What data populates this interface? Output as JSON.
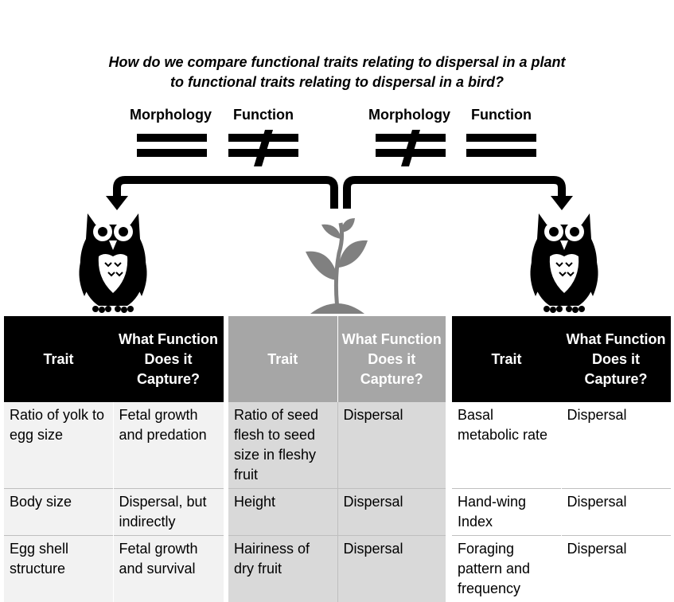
{
  "question": {
    "line1": "How do we compare functional traits relating to dispersal in a plant",
    "line2": "to functional traits relating to dispersal in a bird?"
  },
  "comparison": {
    "left": {
      "morphology_label": "Morphology",
      "morphology_symbol": "equal",
      "function_label": "Function",
      "function_symbol": "not-equal"
    },
    "right": {
      "morphology_label": "Morphology",
      "morphology_symbol": "not-equal",
      "function_label": "Function",
      "function_symbol": "equal"
    }
  },
  "icons": {
    "left": "owl-icon",
    "center": "plant-icon",
    "right": "owl-icon"
  },
  "colors": {
    "black_header": "#000000",
    "gray_header": "#a6a6a6",
    "gray_cell": "#d9d9d9",
    "light_cell": "#f2f2f2",
    "plant_gray": "#808080"
  },
  "tables": {
    "left": {
      "headers": [
        "Trait",
        "What Function Does it Capture?"
      ],
      "rows": [
        [
          "Ratio of yolk to egg size",
          "Fetal growth and predation"
        ],
        [
          "Body size",
          "Dispersal, but indirectly"
        ],
        [
          "Egg shell structure",
          "Fetal growth and survival"
        ]
      ]
    },
    "center": {
      "headers": [
        "Trait",
        "What Function Does it Capture?"
      ],
      "rows": [
        [
          "Ratio of seed flesh to seed size in fleshy fruit",
          "Dispersal"
        ],
        [
          "Height",
          "Dispersal"
        ],
        [
          "Hairiness of dry fruit",
          "Dispersal"
        ]
      ]
    },
    "right": {
      "headers": [
        "Trait",
        "What Function Does it Capture?"
      ],
      "rows": [
        [
          "Basal metabolic rate",
          "Dispersal"
        ],
        [
          "Hand-wing Index",
          "Dispersal"
        ],
        [
          "Foraging pattern and frequency",
          "Dispersal"
        ]
      ]
    }
  }
}
